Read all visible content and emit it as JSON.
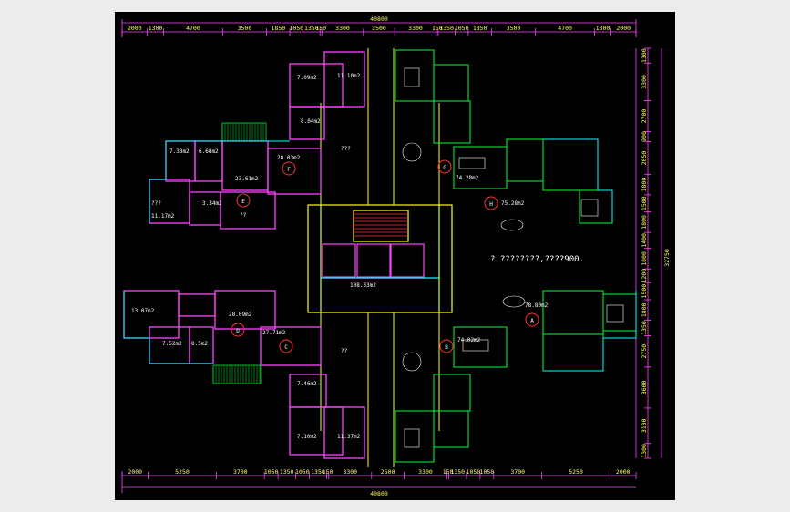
{
  "drawing": {
    "total_width_top": "40800",
    "total_width_bottom": "40800",
    "total_height_right": "32750",
    "note": "? ????????,????900."
  },
  "top_dims": [
    "2000",
    "1300",
    "4700",
    "3500",
    "1850",
    "1050",
    "1350",
    "150",
    "3300",
    "2500",
    "3300",
    "150",
    "1350",
    "1050",
    "1850",
    "3500",
    "4700",
    "1300",
    "2000"
  ],
  "bottom_dims": [
    "2000",
    "5250",
    "3700",
    "1050",
    "1350",
    "1050",
    "1350",
    "150",
    "3300",
    "2500",
    "3300",
    "150",
    "1350",
    "1050",
    "1050",
    "3700",
    "5250",
    "2000"
  ],
  "right_dims": [
    "1300",
    "3300",
    "2700",
    "900",
    "2850",
    "1800",
    "1500",
    "1800",
    "1400",
    "1800",
    "1200",
    "1500",
    "1800",
    "1350",
    "2750",
    "3600",
    "3100",
    "1300"
  ],
  "units": [
    {
      "id": "A",
      "area": "78.80m2"
    },
    {
      "id": "B",
      "area": "74.02m2"
    },
    {
      "id": "C",
      "area": "27.71m2"
    },
    {
      "id": "D",
      "area": "28.09m2"
    },
    {
      "id": "E",
      "area": "??"
    },
    {
      "id": "F",
      "area": "28.03m2"
    },
    {
      "id": "G",
      "area": "74.28m2"
    },
    {
      "id": "H",
      "area": "75.28m2"
    }
  ],
  "room_labels": [
    {
      "text": "7.09m2"
    },
    {
      "text": "11.10m2"
    },
    {
      "text": "8.04m2"
    },
    {
      "text": "???"
    },
    {
      "text": "7.33m2"
    },
    {
      "text": "6.68m2"
    },
    {
      "text": "23.61m2"
    },
    {
      "text": "???"
    },
    {
      "text": "11.17m2"
    },
    {
      "text": "3.34m2"
    },
    {
      "text": "108.33m2"
    },
    {
      "text": "13.07m2"
    },
    {
      "text": "7.52m2"
    },
    {
      "text": "8.5m2"
    },
    {
      "text": "7.46m2"
    },
    {
      "text": "7.10m2"
    },
    {
      "text": "11.37m2"
    },
    {
      "text": "??"
    }
  ]
}
